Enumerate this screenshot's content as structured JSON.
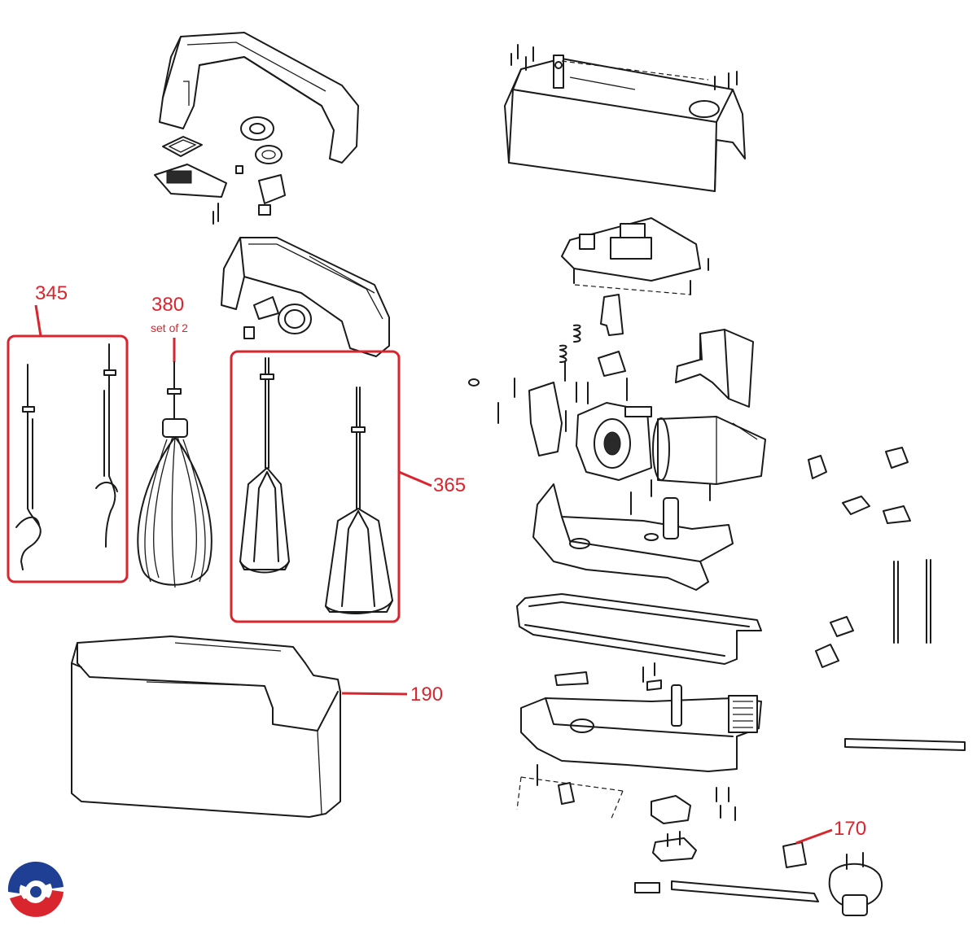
{
  "callouts": [
    {
      "id": "345",
      "text": "345"
    },
    {
      "id": "380",
      "text": "380",
      "note": "set of 2"
    },
    {
      "id": "365",
      "text": "365"
    },
    {
      "id": "190",
      "text": "190"
    },
    {
      "id": "170",
      "text": "170"
    }
  ],
  "colors": {
    "callout": "#d9262e",
    "line_art": "#1a1a1a",
    "logo_blue": "#1f3f95",
    "logo_red": "#d9262e"
  },
  "logo": {
    "icon": "swirl-logo-icon"
  }
}
